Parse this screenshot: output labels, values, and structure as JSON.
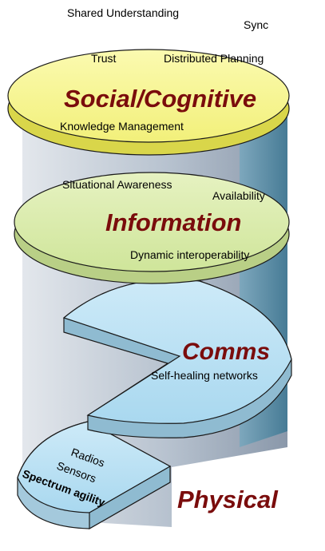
{
  "top_labels": {
    "shared_understanding": "Shared Understanding",
    "sync": "Sync"
  },
  "layers": {
    "social_cognitive": {
      "title": "Social/Cognitive",
      "labels": {
        "trust": "Trust",
        "distributed_planning": "Distributed Planning",
        "knowledge_management": "Knowledge Management"
      },
      "color": "#f7f58a"
    },
    "information": {
      "title": "Information",
      "labels": {
        "situational_awareness": "Situational Awareness",
        "availability": "Availability",
        "dynamic_interoperability": "Dynamic interoperability"
      },
      "color": "#d9ecaa"
    },
    "comms": {
      "title": "Comms",
      "labels": {
        "self_healing_networks": "Self-healing networks"
      },
      "color": "#b9e1f3"
    },
    "physical": {
      "title": "Physical",
      "labels": {
        "radios": "Radios",
        "sensors": "Sensors",
        "spectrum_agility": "Spectrum agility"
      },
      "color": "#b9e1f3"
    }
  },
  "colors": {
    "title_color": "#7a0c0c",
    "column_color": "#aab8c6"
  }
}
